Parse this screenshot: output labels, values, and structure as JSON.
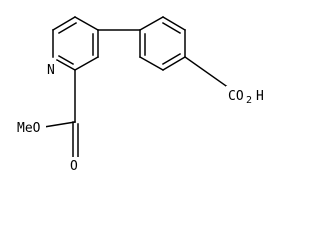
{
  "molecule": {
    "atoms": {
      "nitrogen": "N",
      "ester_group": "MeO",
      "ester_carbonyl_oxygen": "O",
      "acid_group": "CO",
      "acid_h": "H",
      "acid_subscript": "2"
    }
  }
}
